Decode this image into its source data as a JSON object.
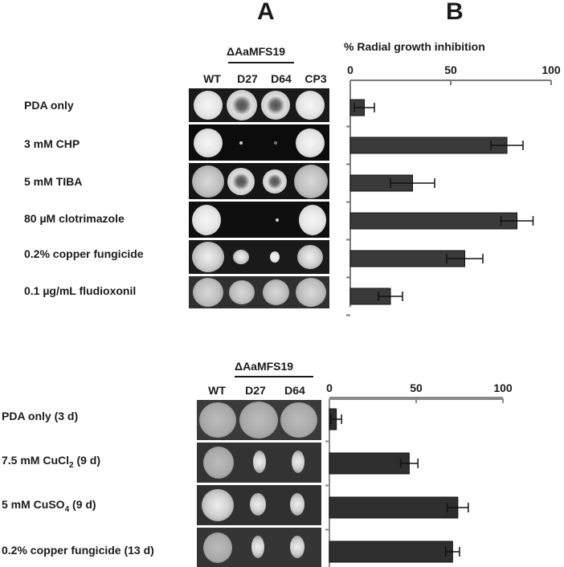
{
  "panels": {
    "a": "A",
    "b": "B"
  },
  "top": {
    "mutant_label": "ΔAaMFS19",
    "columns": [
      "WT",
      "D27",
      "D64",
      "CP3"
    ],
    "rows": [
      "PDA only",
      "3 mM CHP",
      "5 mM TIBA",
      "80 µM clotrimazole",
      "0.2% copper fungicide",
      "0.1 µg/mL fludioxonil"
    ]
  },
  "bottom": {
    "mutant_label": "ΔAaMFS19",
    "columns": [
      "WT",
      "D27",
      "D64"
    ],
    "rows": [
      {
        "pre": "PDA only (3 d)",
        "sub": "",
        "post": ""
      },
      {
        "pre": "7.5 mM CuCl",
        "sub": "2",
        "post": " (9 d)"
      },
      {
        "pre": "5 mM CuSO",
        "sub": "4",
        "post": " (9 d)"
      },
      {
        "pre": "0.2% copper fungicide (13 d)",
        "sub": "",
        "post": ""
      }
    ]
  },
  "chart_data": [
    {
      "type": "bar",
      "orientation": "horizontal",
      "title": "% Radial growth inhibition",
      "categories": [
        "PDA only",
        "3 mM CHP",
        "5 mM TIBA",
        "80 µM clotrimazole",
        "0.2% copper fungicide",
        "0.1 µg/mL fludioxonil"
      ],
      "values": [
        7,
        78,
        31,
        83,
        57,
        20
      ],
      "errors": [
        5,
        8,
        11,
        8,
        9,
        6
      ],
      "xlim": [
        0,
        100
      ],
      "ticks": [
        0,
        50,
        100
      ],
      "color": "#3a3a3a"
    },
    {
      "type": "bar",
      "orientation": "horizontal",
      "title": "",
      "categories": [
        "PDA only (3 d)",
        "7.5 mM CuCl2 (9 d)",
        "5 mM CuSO4 (9 d)",
        "0.2% copper fungicide (13 d)"
      ],
      "values": [
        4,
        46,
        74,
        71
      ],
      "errors": [
        3,
        5,
        6,
        4
      ],
      "xlim": [
        0,
        100
      ],
      "ticks": [
        0,
        50,
        100
      ],
      "color": "#2f2f2f"
    }
  ]
}
